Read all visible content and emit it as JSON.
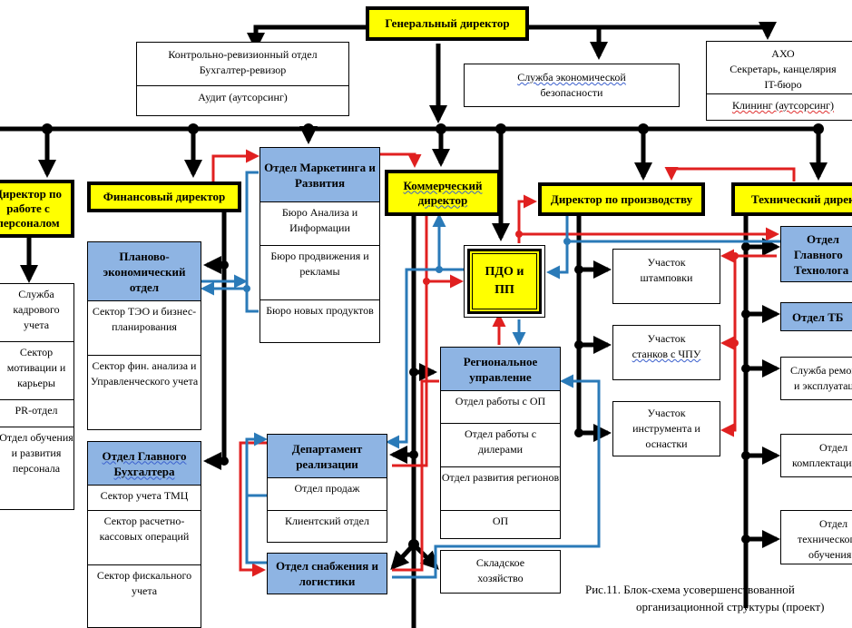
{
  "general_director": "Генеральный директор",
  "control_dept": {
    "title_lines": [
      "Контрольно-ревизионный отдел",
      "Бухгалтер-ревизор"
    ],
    "sub": "Аудит (аутсорсинг)"
  },
  "economic_security": [
    "Служба экономической",
    "безопасности"
  ],
  "aho": {
    "title_lines": [
      "АХО",
      "Секретарь, канцелярия",
      "IT-бюро"
    ],
    "sub": "Клининг (аутсорсинг)"
  },
  "directors": {
    "hr": [
      "Директор по",
      "работе с",
      "персоналом"
    ],
    "finance": "Финансовый директор",
    "commercial": [
      "Коммерческий",
      "директор"
    ],
    "production": "Директор по производству",
    "technical": "Технический директор"
  },
  "hr_units": [
    "Служба кадрового учета",
    "Сектор мотивации и карьеры",
    "PR-отдел",
    "Отдел обучения и развития персонала"
  ],
  "planning_dept": {
    "title": "Планово-экономический отдел",
    "units": [
      "Сектор ТЭО и бизнес-планирования",
      "Сектор фин. анализа и Управленческого учета"
    ]
  },
  "chief_accountant": {
    "title": "Отдел Главного Бухгалтера",
    "units": [
      "Сектор учета ТМЦ",
      "Сектор расчетно-кассовых операций",
      "Сектор фискального учета"
    ]
  },
  "marketing": {
    "title": "Отдел Маркетинга и Развития",
    "units": [
      "Бюро Анализа и Информации",
      "Бюро продвижения и рекламы",
      "Бюро новых продуктов"
    ]
  },
  "pdo": [
    "ПДО и",
    "ПП"
  ],
  "regional": {
    "title": "Региональное управление",
    "units": [
      "Отдел работы с ОП",
      "Отдел работы с дилерами",
      "Отдел развития регионов",
      "ОП"
    ]
  },
  "sales_dept": {
    "title": "Департамент реализации",
    "units": [
      "Отдел продаж",
      "Клиентский отдел"
    ]
  },
  "supply": "Отдел снабжения и логистики",
  "warehouse": [
    "Складское",
    "хозяйство"
  ],
  "production_units": [
    [
      "Участок",
      "штамповки"
    ],
    [
      "Участок",
      "станков с ЧПУ"
    ],
    [
      "Участок",
      "инструмента и",
      "оснастки"
    ]
  ],
  "tech_units": {
    "chief_technologist": [
      "Отдел",
      "Главного",
      "Технолога"
    ],
    "safety": "Отдел ТБ",
    "repair": [
      "Служба ремонта",
      "и эксплуатации"
    ],
    "complect": [
      "Отдел",
      "комплектации"
    ],
    "training": [
      "Отдел",
      "технического",
      "обучения"
    ]
  },
  "caption": {
    "line1": "Рис.11.  Блок-схема  усовершенствованной",
    "line2": "организационной структуры (проект)"
  },
  "colors": {
    "director_fill": "#ffff00",
    "dept_header": "#8eb4e3",
    "main_line": "#000000",
    "red_line": "#e02020",
    "blue_line": "#2a7ab8"
  }
}
